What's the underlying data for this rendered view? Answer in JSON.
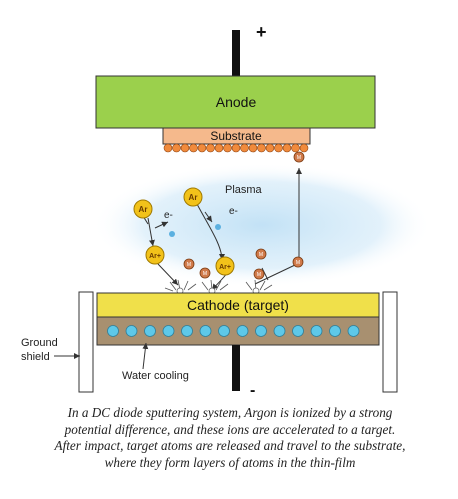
{
  "diagram": {
    "anode_label": "Anode",
    "substrate_label": "Substrate",
    "plasma_label": "Plasma",
    "cathode_label": "Cathode (target)",
    "ground_shield_label_line1": "Ground",
    "ground_shield_label_line2": "shield",
    "water_cooling_label": "Water cooling",
    "plus_sign": "+",
    "minus_sign": "-",
    "argon_atom_label": "Ar",
    "argon_ion_label": "Ar+",
    "electron_label": "e-",
    "metal_atom_label": "M"
  },
  "caption": {
    "line1": "In a DC diode sputtering system, Argon is ionized by a strong",
    "line2": "potential difference, and these ions are accelerated to a target.",
    "line3": "After impact, target atoms are released and travel to the substrate,",
    "line4": "where they form layers of atoms in the thin-film"
  },
  "colors": {
    "anode": "#9bd04c",
    "substrate": "#f5b98c",
    "substrate_atoms": "#f08a3c",
    "cathode": "#f0e04a",
    "cooling_base": "#a89070",
    "cooling_dots": "#5ec8e8",
    "argon": "#f2c21a",
    "electron": "#5bb0e0",
    "metal_atom": "#d07a4a",
    "plasma_glow": "#bfe0f5"
  }
}
